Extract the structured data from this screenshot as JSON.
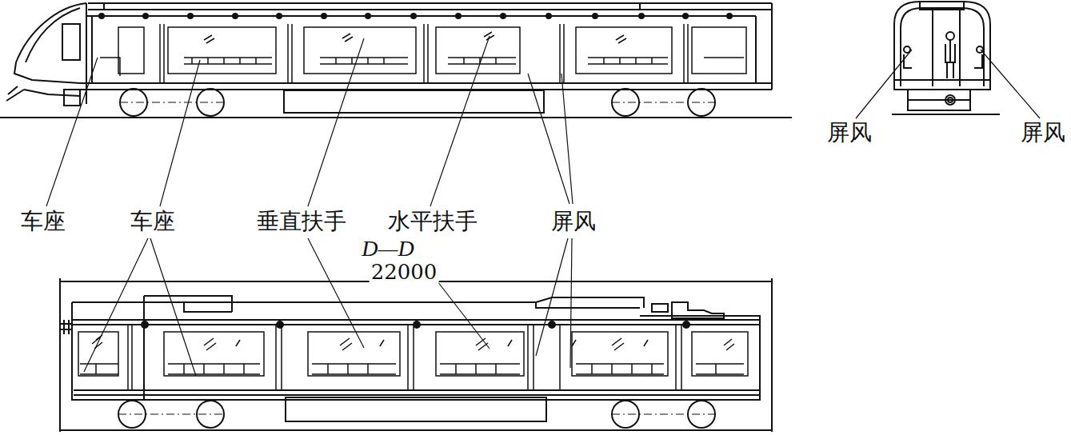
{
  "diagram": {
    "labels": [
      "屏风",
      "屏风",
      "车座",
      "车座",
      "垂直扶手",
      "水平扶手",
      "屏风",
      "D—D",
      "22000"
    ]
  }
}
